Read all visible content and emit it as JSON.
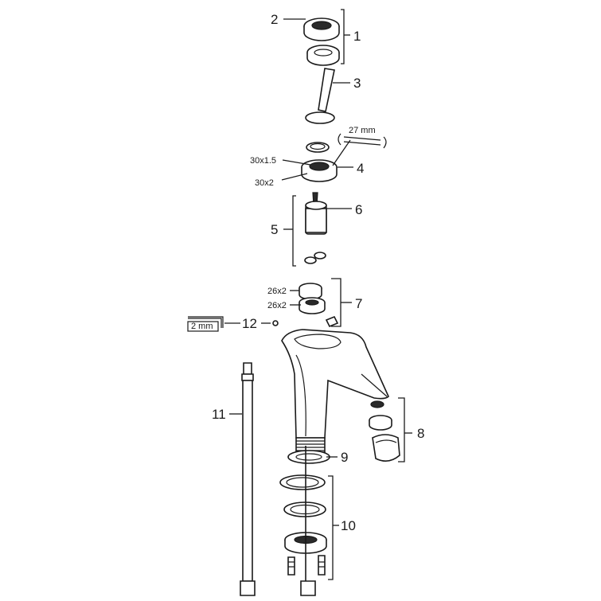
{
  "callouts": [
    {
      "id": "2",
      "text": "2"
    },
    {
      "id": "1",
      "text": "1"
    },
    {
      "id": "3",
      "text": "3"
    },
    {
      "id": "4",
      "text": "4"
    },
    {
      "id": "5",
      "text": "5"
    },
    {
      "id": "6",
      "text": "6"
    },
    {
      "id": "7",
      "text": "7"
    },
    {
      "id": "12",
      "text": "12"
    },
    {
      "id": "11",
      "text": "11"
    },
    {
      "id": "8",
      "text": "8"
    },
    {
      "id": "9",
      "text": "9"
    },
    {
      "id": "10",
      "text": "10"
    }
  ],
  "dimensions": {
    "wrench": "27 mm",
    "thread_a": "30x1.5",
    "thread_b": "30x2",
    "thread_c": "26x2",
    "thread_d": "26x2",
    "hex_key": "2 mm"
  }
}
